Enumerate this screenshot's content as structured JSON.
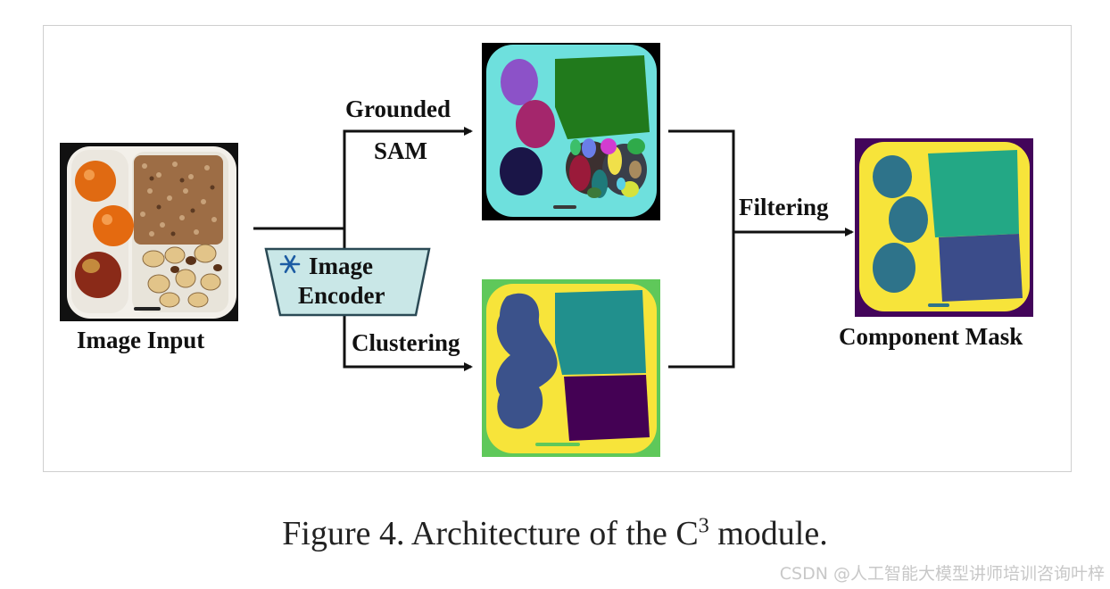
{
  "diagram": {
    "input_label": "Image Input",
    "encoder_icon": "snowflake-icon",
    "encoder_line1": "Image",
    "encoder_line2": "Encoder",
    "branch_top_line1": "Grounded",
    "branch_top_line2": "SAM",
    "branch_bottom": "Clustering",
    "merge_label": "Filtering",
    "output_label": "Component Mask"
  },
  "caption": {
    "prefix": "Figure 4. Architecture of the C",
    "superscript": "3",
    "suffix": " module."
  },
  "watermark": "CSDN @人工智能大模型讲师培训咨询叶梓",
  "colors": {
    "encoder_fill": "#c9e7e7",
    "encoder_border": "#2b4a55",
    "sam_bg": "#6ee0dd",
    "cluster_bg": "#5fc85a",
    "mask_bg": "#43055a",
    "yellow": "#f7e43a"
  }
}
